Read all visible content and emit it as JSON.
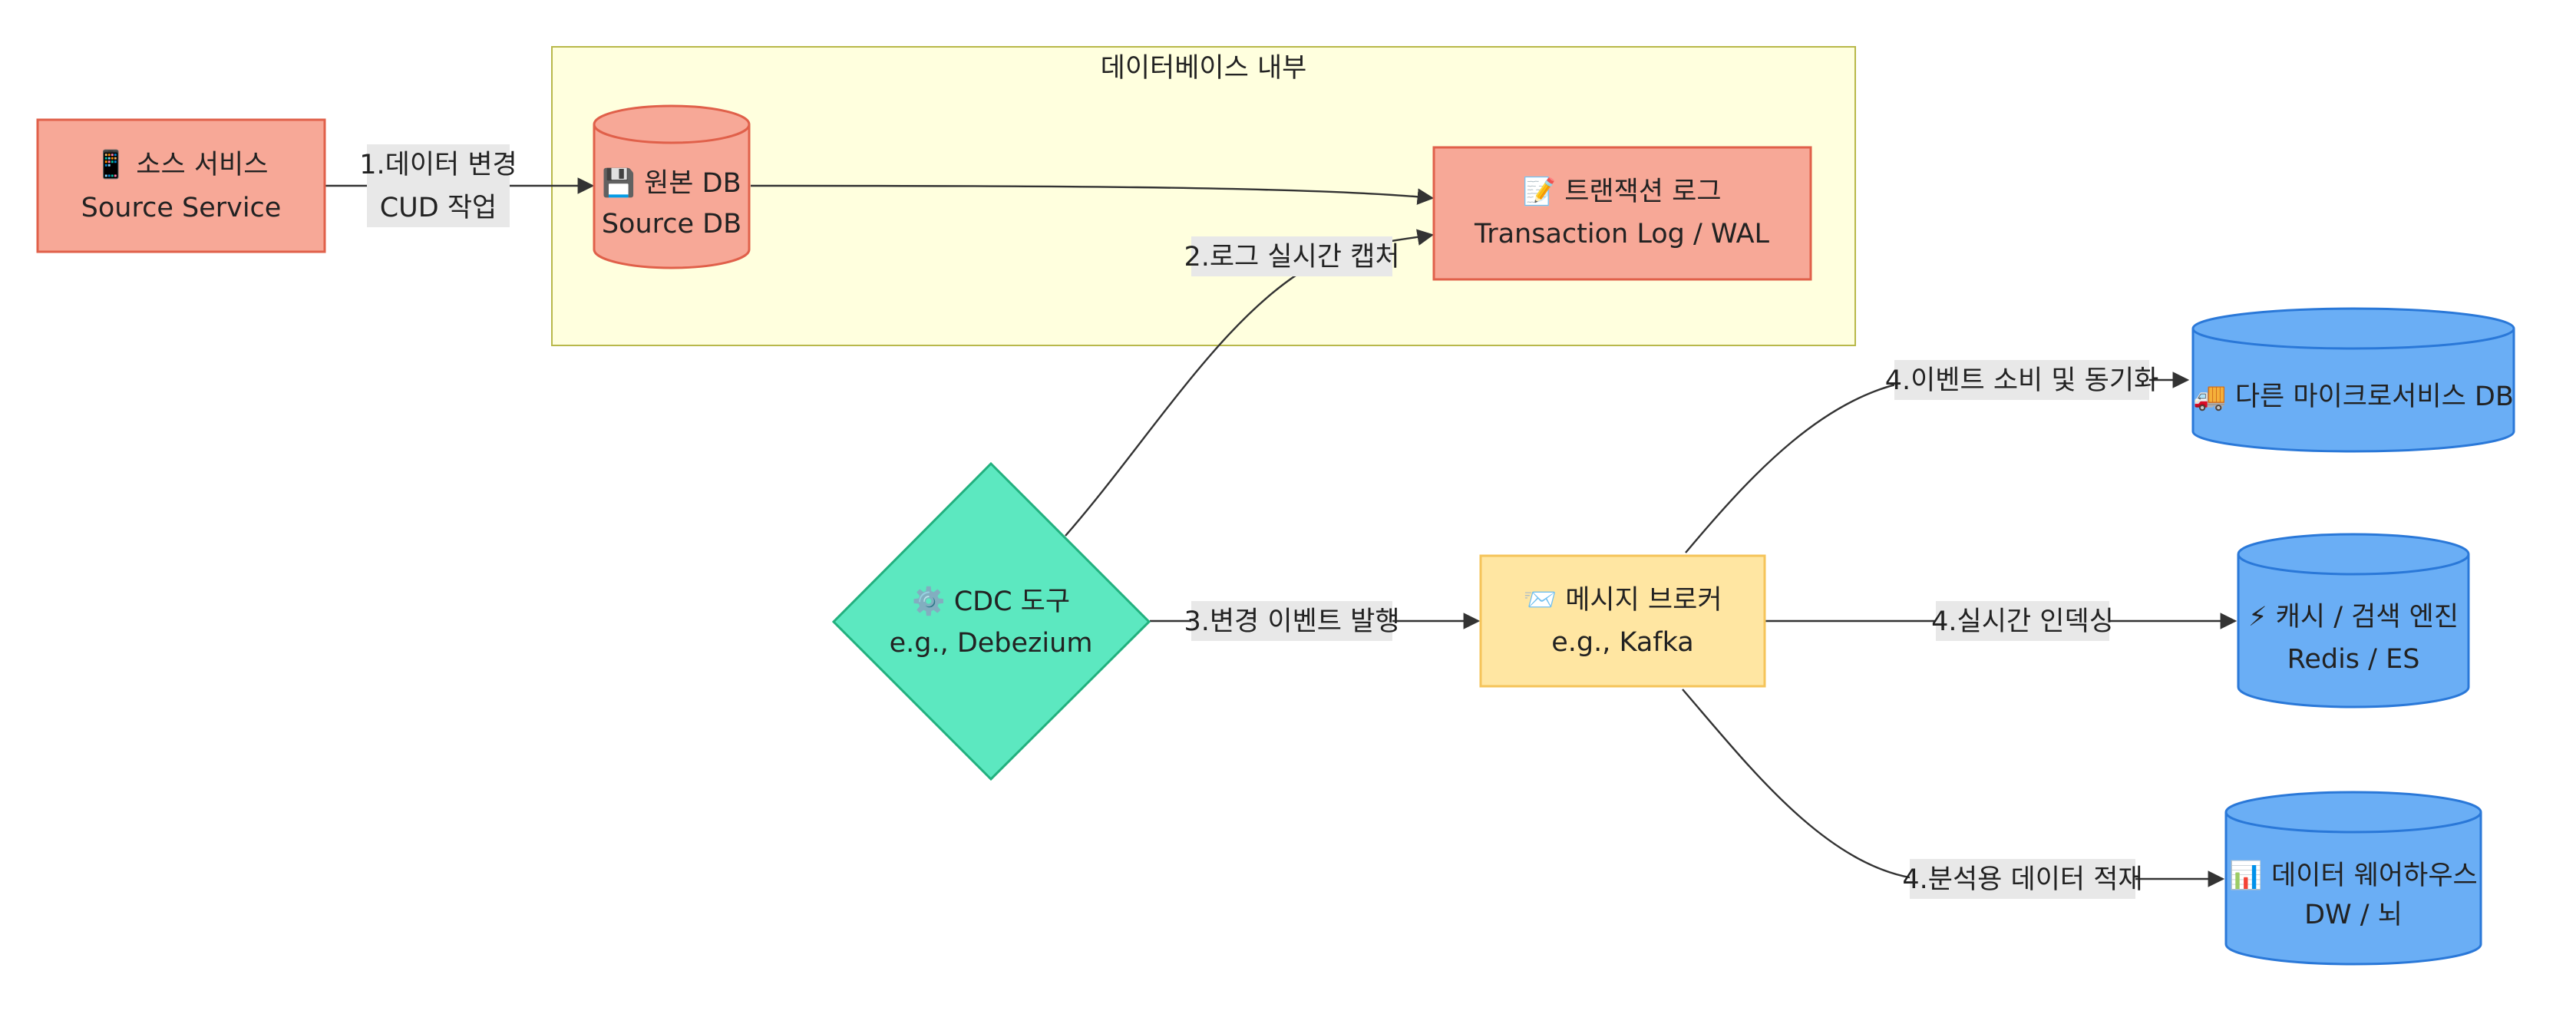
{
  "subgraph": {
    "title": "데이터베이스 내부"
  },
  "nodes": {
    "source_service": {
      "icon": "📱",
      "line1": "소스 서비스",
      "line2": "Source Service"
    },
    "source_db": {
      "icon": "💾",
      "line1": "원본 DB",
      "line2": "Source DB"
    },
    "transaction_log": {
      "icon": "📝",
      "line1": "트랜잭션 로그",
      "line2": "Transaction Log / WAL"
    },
    "cdc_tool": {
      "icon": "⚙️",
      "line1": "CDC 도구",
      "line2": "e.g., Debezium"
    },
    "message_broker": {
      "icon": "📨",
      "line1": "메시지 브로커",
      "line2": "e.g., Kafka"
    },
    "microservice_db": {
      "icon": "🚚",
      "line1": "다른 마이크로서비스 DB"
    },
    "cache_search": {
      "icon": "⚡",
      "line1": "캐시 / 검색 엔진",
      "line2": "Redis / ES"
    },
    "data_warehouse": {
      "icon": "📊",
      "line1": "데이터 웨어하우스",
      "line2": "DW / 뇌"
    }
  },
  "edges": {
    "e1": {
      "line1": "1.데이터 변경",
      "line2": "CUD 작업"
    },
    "e2": {
      "line1": "2.로그 실시간 캡처"
    },
    "e3": {
      "line1": "3.변경 이벤트 발행"
    },
    "e4a": {
      "line1": "4.이벤트 소비 및 동기화"
    },
    "e4b": {
      "line1": "4.실시간 인덱싱"
    },
    "e4c": {
      "line1": "4.분석용 데이터 적재"
    }
  },
  "colors": {
    "subgraph_fill": "#ffffde",
    "subgraph_stroke": "#b8b84a",
    "red_fill": "#f7a897",
    "red_stroke": "#e0604a",
    "green_fill": "#5ce8c0",
    "green_stroke": "#22b07e",
    "yellow_fill": "#ffe6a2",
    "yellow_stroke": "#f5c45a",
    "blue_fill": "#6aaef5",
    "blue_stroke": "#2a78d8"
  }
}
